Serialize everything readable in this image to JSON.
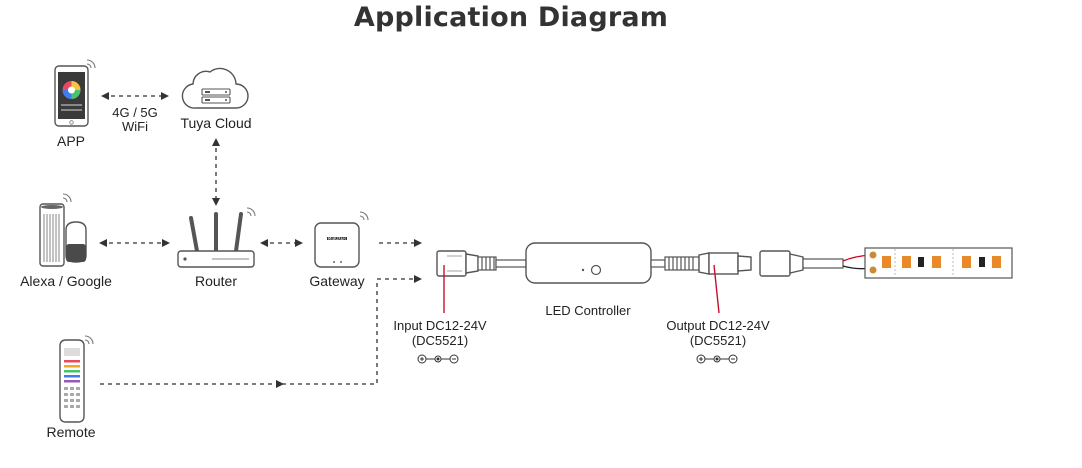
{
  "title": "Application Diagram",
  "labels": {
    "app": "APP",
    "tuya_cloud": "Tuya Cloud",
    "network_line1": "4G / 5G",
    "network_line2": "WiFi",
    "alexa_google": "Alexa / Google",
    "router": "Router",
    "gateway": "Gateway",
    "remote": "Remote",
    "led_controller": "LED Controller",
    "input_line1": "Input DC12-24V",
    "input_line2": "(DC5521)",
    "output_line1": "Output DC12-24V",
    "output_line2": "(DC5521)",
    "gateway_brand": "MiBOXER"
  },
  "colors": {
    "line": "#333333",
    "pointer": "#c8102e",
    "strip_led": "#e8892b",
    "wire_red": "#d0021b"
  },
  "icons": [
    "smartphone-icon",
    "cloud-icon",
    "smart-speaker-icon",
    "router-icon",
    "gateway-icon",
    "remote-icon",
    "led-controller-icon",
    "led-strip-icon",
    "polarity-icon"
  ]
}
